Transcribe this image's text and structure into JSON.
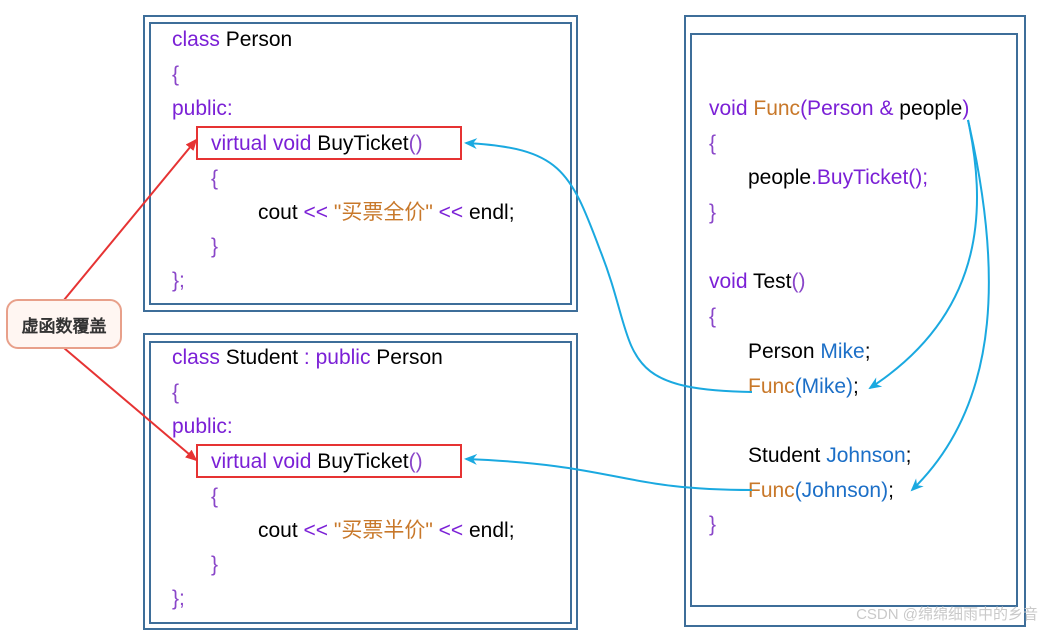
{
  "person_class": {
    "l1_kw": "class",
    "l1_name": " Person",
    "l2": "{",
    "l3": "public:",
    "l4_kw": "virtual void",
    "l4_fn": " BuyTicket",
    "l4_paren": "()",
    "l5": "{",
    "l6_a": "cout ",
    "l6_op1": "<<",
    "l6_str": " \"买票全价\" ",
    "l6_op2": "<<",
    "l6_b": " endl;",
    "l7": "}",
    "l8": "};"
  },
  "student_class": {
    "l1_kw": "class",
    "l1_name": " Student ",
    "l1_colon": ":",
    "l1_pub": " public",
    "l1_base": " Person",
    "l2": "{",
    "l3": "public:",
    "l4_kw": "virtual void",
    "l4_fn": " BuyTicket",
    "l4_paren": "()",
    "l5": "{",
    "l6_a": "cout ",
    "l6_op1": "<<",
    "l6_str": " \"买票半价\" ",
    "l6_op2": "<<",
    "l6_b": " endl;",
    "l7": "}",
    "l8": "};"
  },
  "caller": {
    "f1_kw": "void",
    "f1_fn": " Func",
    "f1_p1": "(Person ",
    "f1_amp": "&",
    "f1_p2": " people",
    "f1_p3": ")",
    "f2": "{",
    "f3_a": "people",
    "f3_b": ".BuyTicket();",
    "f4": "}",
    "t1_kw": "void",
    "t1_fn": " Test",
    "t1_paren": "()",
    "t2": "{",
    "t3_type": "Person",
    "t3_var": " Mike",
    "t3_end": ";",
    "t4_fn": "Func",
    "t4_arg": "(Mike)",
    "t4_end": ";",
    "t5_type": "Student",
    "t5_var": " Johnson",
    "t5_end": ";",
    "t6_fn": "Func",
    "t6_arg": "(Johnson)",
    "t6_end": ";",
    "t7": "}"
  },
  "label": "虚函数覆盖",
  "watermark": "CSDN @绵绵细雨中的乡音",
  "colors": {
    "border": "#3e6e99",
    "override_arrow": "#e63333",
    "call_arrow": "#1aa9e0"
  }
}
